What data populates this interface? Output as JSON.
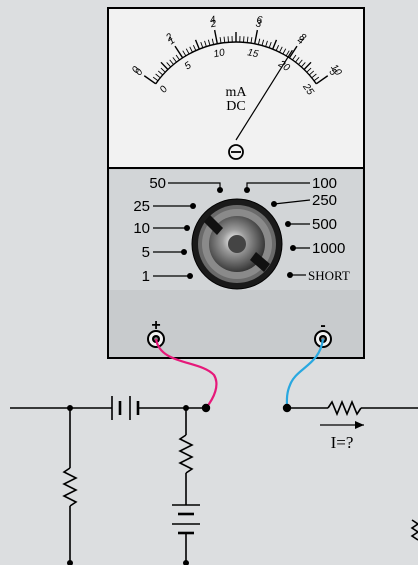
{
  "meter": {
    "outer_scale": [
      "0",
      "2",
      "4",
      "6",
      "8",
      "10"
    ],
    "middle_scale": [
      "0",
      "5",
      "10",
      "15",
      "20",
      "25"
    ],
    "inner_scale": [
      "0",
      "1",
      "2",
      "3",
      "4",
      "5"
    ],
    "unit_line1": "mA",
    "unit_line2": "DC",
    "zero_adjust_symbol": "⊖",
    "needle_reading": 19.8
  },
  "range_switch": {
    "left_labels": [
      "50",
      "25",
      "10",
      "5",
      "1"
    ],
    "right_labels": [
      "100",
      "250",
      "500",
      "1000",
      "SHORT"
    ]
  },
  "terminals": {
    "positive_label": "+",
    "negative_label": "-"
  },
  "circuit": {
    "current_label": "I=?"
  },
  "colors": {
    "panel": "#f2f2f2",
    "positive_lead": "#e6197a",
    "negative_lead": "#29a8e0",
    "background": "#dcdee0"
  }
}
